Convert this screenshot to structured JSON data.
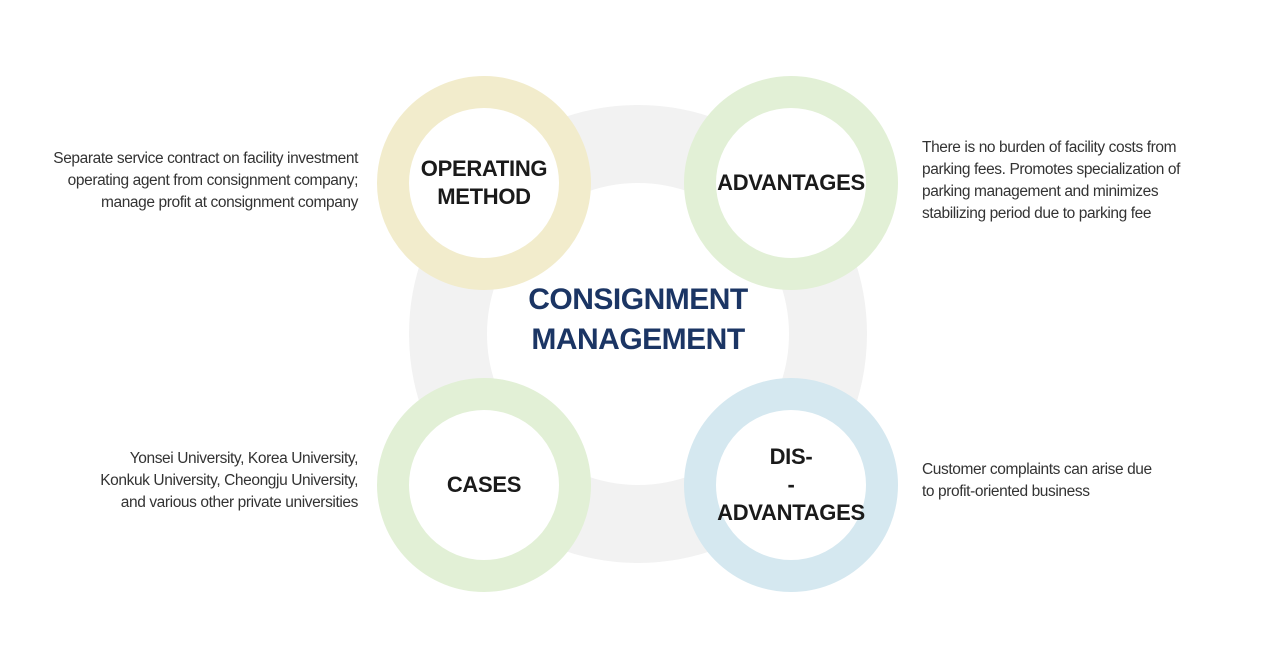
{
  "center": {
    "title_lines": [
      "CONSIGNMENT",
      "MANAGEMENT"
    ],
    "color": "#1b3564"
  },
  "nodes": {
    "operating_method": {
      "label_lines": [
        "OPERATING",
        "METHOD"
      ],
      "ring_color": "#f2eccc",
      "description_lines": [
        "Separate service contract on facility investment",
        "operating agent from consignment company;",
        "manage profit at consignment company"
      ]
    },
    "advantages": {
      "label_lines": [
        "ADVANTAGES"
      ],
      "ring_color": "#e2f0d6",
      "description_lines": [
        "There is no burden of facility costs from",
        "parking fees. Promotes specialization of",
        "parking management and minimizes",
        "stabilizing period due to parking fee"
      ]
    },
    "cases": {
      "label_lines": [
        "CASES"
      ],
      "ring_color": "#e2f0d6",
      "description_lines": [
        "Yonsei University, Korea University,",
        "Konkuk University, Cheongju University,",
        "and various other private universities"
      ]
    },
    "disadvantages": {
      "label_lines": [
        "DIS-",
        "-ADVANTAGES"
      ],
      "ring_color": "#d5e8f0",
      "description_lines": [
        "Customer complaints can arise due",
        "to profit-oriented business"
      ]
    }
  },
  "colors": {
    "outer_ring": "#f2f2f2",
    "label_text": "#1a1a1a",
    "description_text": "#333333"
  }
}
